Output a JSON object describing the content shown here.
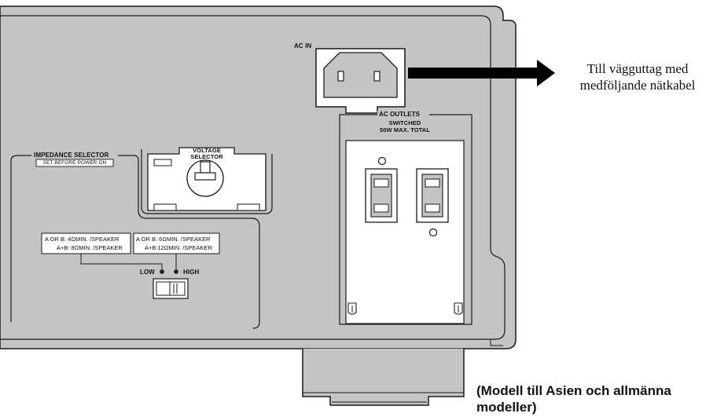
{
  "labels": {
    "ac_in": "AC IN",
    "ac_outlets_title": "AC OUTLETS",
    "ac_outlets_sub1": "SWITCHED",
    "ac_outlets_sub2": "50W MAX. TOTAL",
    "voltage_selector_1": "VOLTAGE",
    "voltage_selector_2": "SELECTOR",
    "impedance_selector": "IMPEDANCE SELECTOR",
    "impedance_note": "SET BEFORE POWER ON",
    "spec_low_1": "A OR B:  4ΩMIN. /SPEAKER",
    "spec_low_2": "A+B:  8ΩMIN. /SPEAKER",
    "spec_high_1": "A OR B:  6ΩMIN. /SPEAKER",
    "spec_high_2": "A+B:12ΩMIN. /SPEAKER",
    "low": "LOW",
    "high": "HIGH"
  },
  "callout": {
    "line1": "Till vägguttag med",
    "line2": "medföljande nätkabel"
  },
  "caption": {
    "line1": "(Modell till Asien och allmänna",
    "line2": "modeller)"
  },
  "colors": {
    "panel": "#c4c4c4",
    "outline": "#1a1a1a",
    "white": "#ffffff",
    "arrow": "#000000"
  }
}
